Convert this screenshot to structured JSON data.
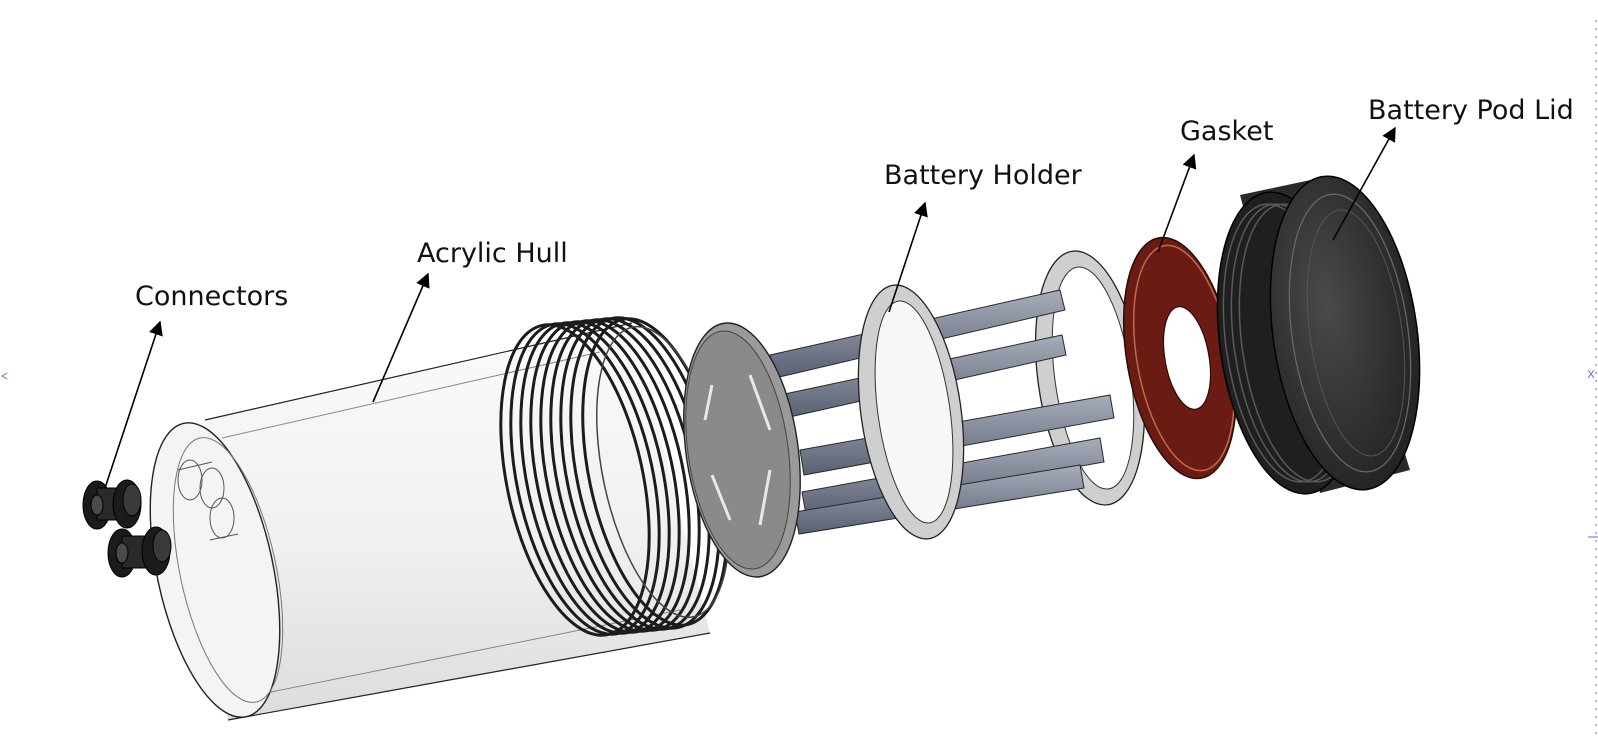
{
  "labels": {
    "connectors": "Connectors",
    "hull": "Acrylic Hull",
    "holder": "Battery Holder",
    "gasket": "Gasket",
    "lid": "Battery Pod Lid"
  },
  "colors": {
    "outline": "#1a1a1a",
    "acrylic": "#f2f2f2",
    "thread": "#1c1c1c",
    "holder_plate": "#8a8a8a",
    "holder_rail": "#6f7686",
    "gasket": "#6a1c14",
    "lid": "#2e2e2e",
    "guide_mark": "#5b6bd8"
  }
}
